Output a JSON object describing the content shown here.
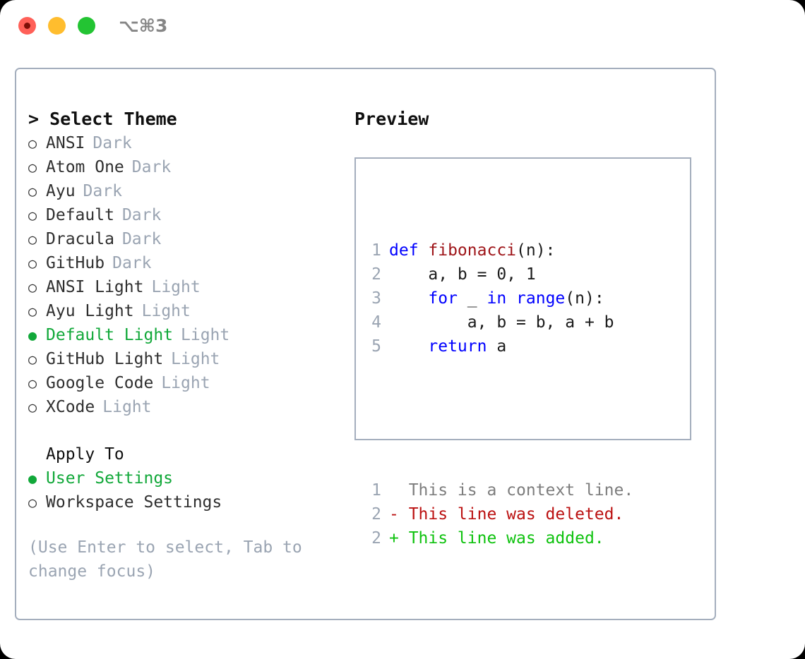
{
  "titlebar": {
    "shortcut": "⌥⌘3",
    "buttons": [
      {
        "name": "close",
        "color": "#ff6058"
      },
      {
        "name": "minimize",
        "color": "#ffbd2e"
      },
      {
        "name": "maximize",
        "color": "#23c433"
      }
    ]
  },
  "left": {
    "title": "> Select Theme",
    "themes": [
      {
        "marker": "○",
        "label": "ANSI",
        "tag": "Dark",
        "selected": false
      },
      {
        "marker": "○",
        "label": "Atom One",
        "tag": "Dark",
        "selected": false
      },
      {
        "marker": "○",
        "label": "Ayu",
        "tag": "Dark",
        "selected": false
      },
      {
        "marker": "○",
        "label": "Default",
        "tag": "Dark",
        "selected": false
      },
      {
        "marker": "○",
        "label": "Dracula",
        "tag": "Dark",
        "selected": false
      },
      {
        "marker": "○",
        "label": "GitHub",
        "tag": "Dark",
        "selected": false
      },
      {
        "marker": "○",
        "label": "ANSI Light",
        "tag": "Light",
        "selected": false
      },
      {
        "marker": "○",
        "label": "Ayu Light",
        "tag": "Light",
        "selected": false
      },
      {
        "marker": "●",
        "label": "Default Light",
        "tag": "Light",
        "selected": true
      },
      {
        "marker": "○",
        "label": "GitHub Light",
        "tag": "Light",
        "selected": false
      },
      {
        "marker": "○",
        "label": "Google Code",
        "tag": "Light",
        "selected": false
      },
      {
        "marker": "○",
        "label": "XCode",
        "tag": "Light",
        "selected": false
      }
    ],
    "apply_to_title": "Apply To",
    "apply_to": [
      {
        "marker": "●",
        "label": "User Settings",
        "selected": true
      },
      {
        "marker": "○",
        "label": "Workspace Settings",
        "selected": false
      }
    ],
    "hint": "(Use Enter to select, Tab to change focus)"
  },
  "right": {
    "title": "Preview",
    "code": [
      {
        "num": "1",
        "parts": [
          {
            "t": "def ",
            "c": "kw"
          },
          {
            "t": "fibonacci",
            "c": "fn"
          },
          {
            "t": "(n):",
            "c": "pl"
          }
        ]
      },
      {
        "num": "2",
        "parts": [
          {
            "t": "    a, b = 0, 1",
            "c": "pl"
          }
        ]
      },
      {
        "num": "3",
        "parts": [
          {
            "t": "    ",
            "c": "pl"
          },
          {
            "t": "for",
            "c": "kw"
          },
          {
            "t": " _ ",
            "c": "pl"
          },
          {
            "t": "in",
            "c": "kw"
          },
          {
            "t": " ",
            "c": "pl"
          },
          {
            "t": "range",
            "c": "kw"
          },
          {
            "t": "(n):",
            "c": "pl"
          }
        ]
      },
      {
        "num": "4",
        "parts": [
          {
            "t": "        a, b = b, a + b",
            "c": "pl"
          }
        ]
      },
      {
        "num": "5",
        "parts": [
          {
            "t": "    ",
            "c": "pl"
          },
          {
            "t": "return",
            "c": "kw"
          },
          {
            "t": " a",
            "c": "pl"
          }
        ]
      }
    ],
    "diff": [
      {
        "num": "1",
        "text": "  This is a context line.",
        "kind": "diff-ctx"
      },
      {
        "num": "2",
        "text": "- This line was deleted.",
        "kind": "diff-del"
      },
      {
        "num": "2",
        "text": "+ This line was added.",
        "kind": "diff-add"
      }
    ]
  },
  "colors": {
    "accent_green": "#11a839",
    "muted_gray": "#9aa4b2",
    "border": "#a4aebd",
    "keyword_blue": "#0000ff",
    "function_red": "#9e1418",
    "diff_added": "#0ec20e",
    "diff_deleted": "#bb1111"
  }
}
